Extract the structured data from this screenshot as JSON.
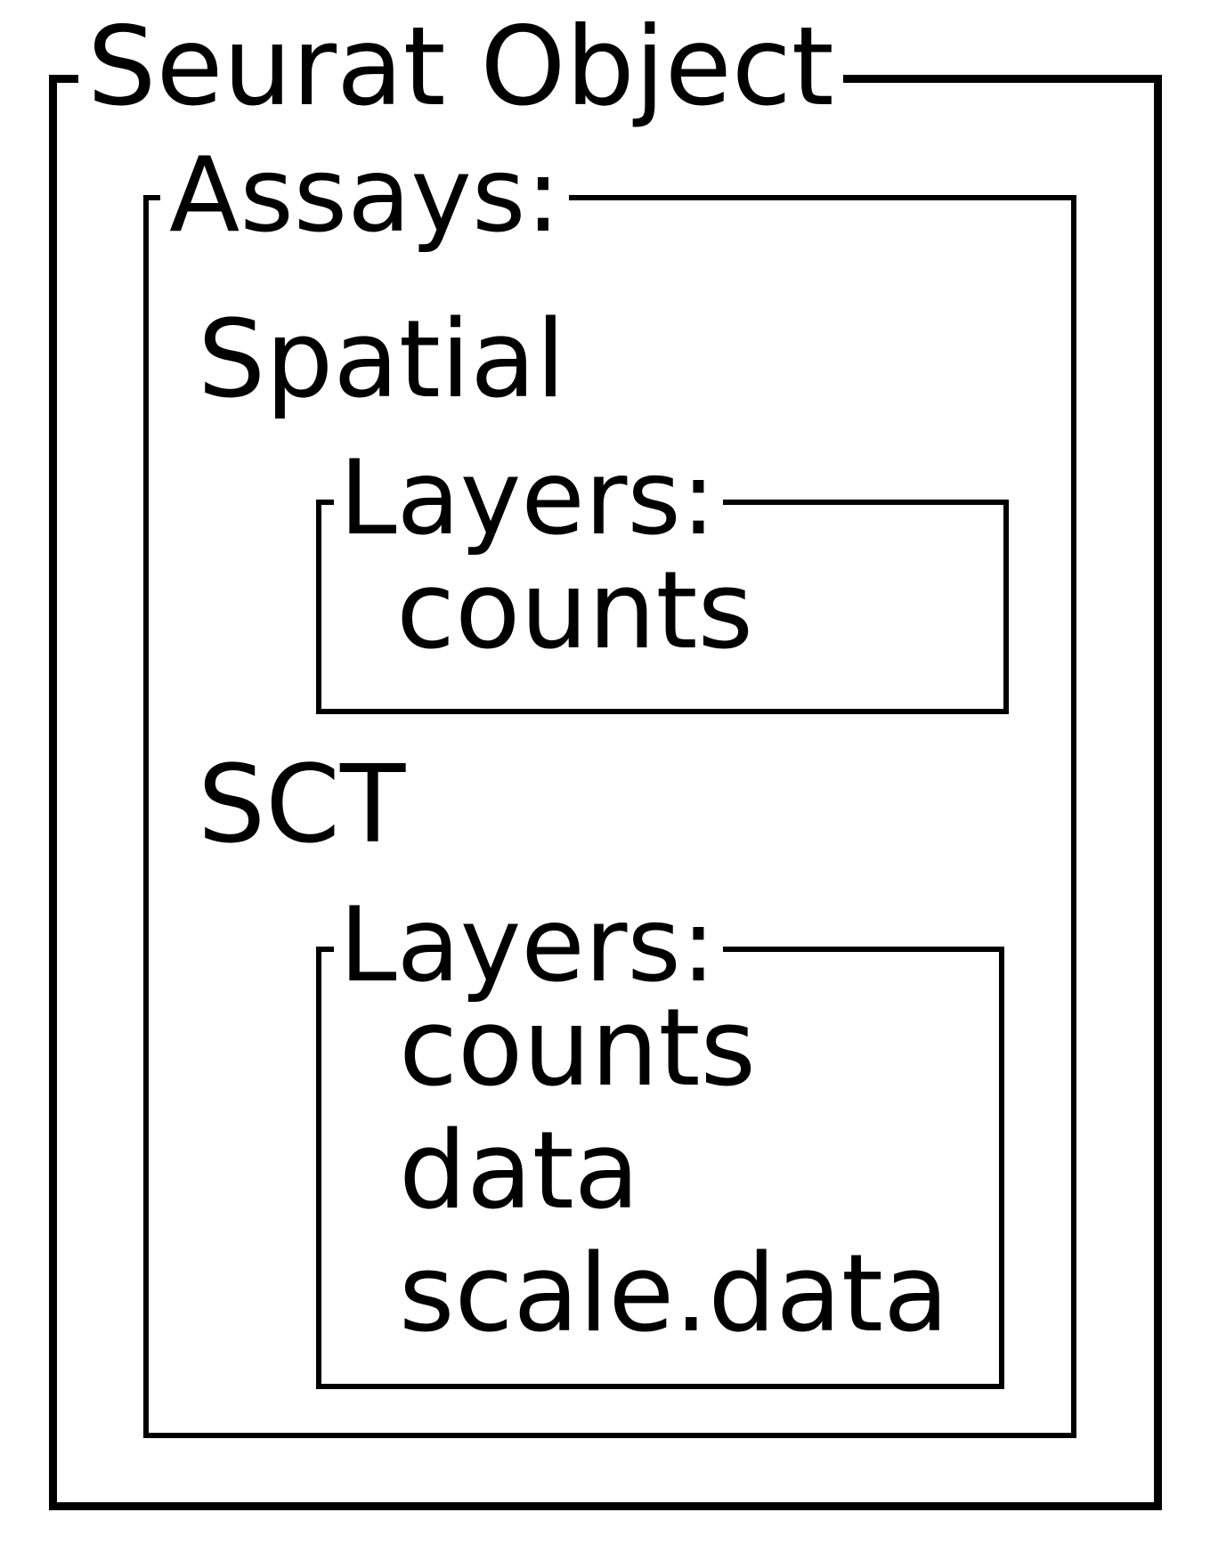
{
  "object": {
    "title": "Seurat Object",
    "assays_label": "Assays:",
    "assays": [
      {
        "name": "Spatial",
        "layers_label": "Layers:",
        "layers": [
          "counts"
        ]
      },
      {
        "name": "SCT",
        "layers_label": "Layers:",
        "layers": [
          "counts",
          "data",
          "scale.data"
        ]
      }
    ]
  },
  "colors": {
    "stroke": "#000000",
    "text": "#000000",
    "background": "#ffffff"
  }
}
